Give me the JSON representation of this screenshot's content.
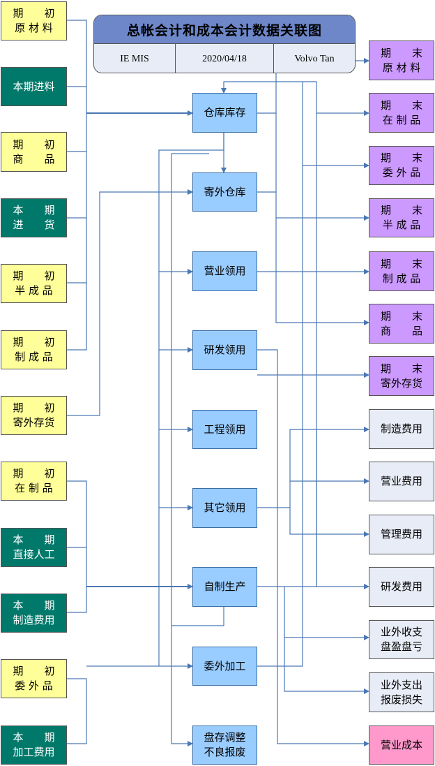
{
  "title": "总帐会计和成本会计数据关联图",
  "meta": {
    "system": "IE MIS",
    "date": "2020/04/18",
    "author": "Volvo Tan"
  },
  "left_boxes": [
    {
      "id": "l1",
      "text": "期　　初\n原 材 料",
      "color": "yellow"
    },
    {
      "id": "l2",
      "text": "本期进料",
      "color": "teal"
    },
    {
      "id": "l3",
      "text": "期　　初\n商　　品",
      "color": "yellow"
    },
    {
      "id": "l4",
      "text": "本　　期\n进　　货",
      "color": "teal"
    },
    {
      "id": "l5",
      "text": "期　　初\n半 成 品",
      "color": "yellow"
    },
    {
      "id": "l6",
      "text": "期　　初\n制 成 品",
      "color": "yellow"
    },
    {
      "id": "l7",
      "text": "期　　初\n寄外存货",
      "color": "yellow"
    },
    {
      "id": "l8",
      "text": "期　　初\n在 制 品",
      "color": "yellow"
    },
    {
      "id": "l9",
      "text": "本　　期\n直接人工",
      "color": "teal"
    },
    {
      "id": "l10",
      "text": "本　　期\n制造费用",
      "color": "teal"
    },
    {
      "id": "l11",
      "text": "期　　初\n委 外 品",
      "color": "yellow"
    },
    {
      "id": "l12",
      "text": "本　　期\n加工费用",
      "color": "teal"
    }
  ],
  "middle_boxes": [
    {
      "id": "m1",
      "text": "仓库库存"
    },
    {
      "id": "m2",
      "text": "寄外仓库"
    },
    {
      "id": "m3",
      "text": "营业领用"
    },
    {
      "id": "m4",
      "text": "研发领用"
    },
    {
      "id": "m5",
      "text": "工程领用"
    },
    {
      "id": "m6",
      "text": "其它领用"
    },
    {
      "id": "m7",
      "text": "自制生产"
    },
    {
      "id": "m8",
      "text": "委外加工"
    },
    {
      "id": "m9",
      "text": "盘存调整\n不良报废"
    }
  ],
  "right_boxes": [
    {
      "id": "r1",
      "text": "期　　末\n原 材 料",
      "color": "purple"
    },
    {
      "id": "r2",
      "text": "期　　末\n在 制 品",
      "color": "purple"
    },
    {
      "id": "r3",
      "text": "期　　末\n委 外 品",
      "color": "purple"
    },
    {
      "id": "r4",
      "text": "期　　末\n半 成 品",
      "color": "purple"
    },
    {
      "id": "r5",
      "text": "期　　末\n制 成 品",
      "color": "purple"
    },
    {
      "id": "r6",
      "text": "期　　末\n商　　品",
      "color": "purple"
    },
    {
      "id": "r7",
      "text": "期　　末\n寄外存货",
      "color": "purple"
    },
    {
      "id": "r8",
      "text": "制造费用",
      "color": "gray"
    },
    {
      "id": "r9",
      "text": "营业费用",
      "color": "gray"
    },
    {
      "id": "r10",
      "text": "管理费用",
      "color": "gray"
    },
    {
      "id": "r11",
      "text": "研发费用",
      "color": "gray"
    },
    {
      "id": "r12",
      "text": "业外收支\n盘盈盘亏",
      "color": "gray"
    },
    {
      "id": "r13",
      "text": "业外支出\n报废损失",
      "color": "gray"
    },
    {
      "id": "r14",
      "text": "营业成本",
      "color": "pink"
    }
  ]
}
